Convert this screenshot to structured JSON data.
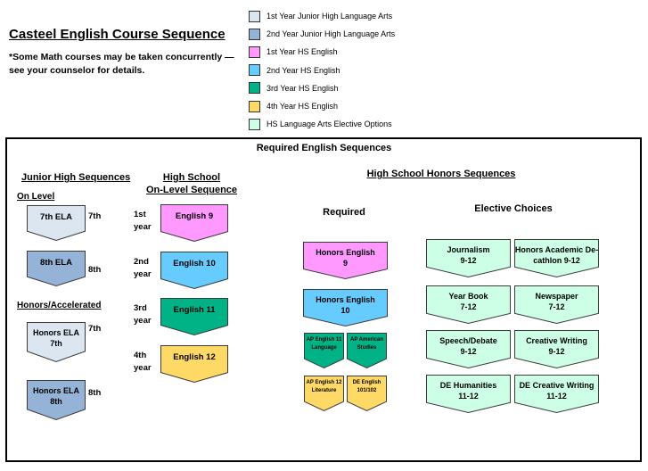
{
  "title": "Casteel English Course Sequence",
  "note": "*Some Math courses may be taken concurrently — see your counselor for details.",
  "legend": [
    {
      "label": "1st Year Junior High Language Arts",
      "color": "#dce6f1"
    },
    {
      "label": "2nd Year Junior High Language Arts",
      "color": "#95b3d7"
    },
    {
      "label": "1st Year HS English",
      "color": "#ff99ff"
    },
    {
      "label": "2nd Year HS English",
      "color": "#66ccff"
    },
    {
      "label": "3rd Year HS English",
      "color": "#00b386"
    },
    {
      "label": "4th Year HS English",
      "color": "#ffd966"
    },
    {
      "label": "HS Language Arts Elective Options",
      "color": "#ccffe6"
    }
  ],
  "section_title": "Required English Sequences",
  "junior_high": {
    "heading": "Junior High Sequences",
    "on_level_label": "On Level",
    "honors_label": "Honors/Accelerated",
    "on_level": [
      {
        "name": "7th ELA",
        "grade": "7th"
      },
      {
        "name": "8th ELA",
        "grade": "8th"
      }
    ],
    "honors": [
      {
        "name": "Honors ELA 7th",
        "grade": "7th"
      },
      {
        "name": "Honors ELA 8th",
        "grade": "8th"
      }
    ]
  },
  "high_school": {
    "heading_line1": "High School",
    "heading_line2": "On-Level Sequence",
    "courses": [
      {
        "year": "1st year",
        "name": "English 9"
      },
      {
        "year": "2nd year",
        "name": "English 10"
      },
      {
        "year": "3rd year",
        "name": "English 11"
      },
      {
        "year": "4th year",
        "name": "English 12"
      }
    ]
  },
  "honors": {
    "heading": "High School Honors Sequences",
    "required_label": "Required",
    "electives_label": "Elective Choices",
    "required": [
      {
        "name": "Honors English 9"
      },
      {
        "name": "Honors English 10"
      }
    ],
    "year3": [
      "AP English 11 Language",
      "AP American Studies"
    ],
    "year4": [
      "AP English 12 Literature",
      "DE English 101/102"
    ],
    "electives": [
      {
        "name": "Journalism",
        "grades": "9-12"
      },
      {
        "name": "Honors Academic Decathlon",
        "grades": "9-12"
      },
      {
        "name": "Year Book",
        "grades": "7-12"
      },
      {
        "name": "Newspaper",
        "grades": "7-12"
      },
      {
        "name": "Speech/Debate",
        "grades": "9-12"
      },
      {
        "name": "Creative Writing",
        "grades": "9-12"
      },
      {
        "name": "DE Humanities",
        "grades": "11-12"
      },
      {
        "name": "DE Creative Writing",
        "grades": "11-12"
      }
    ]
  }
}
